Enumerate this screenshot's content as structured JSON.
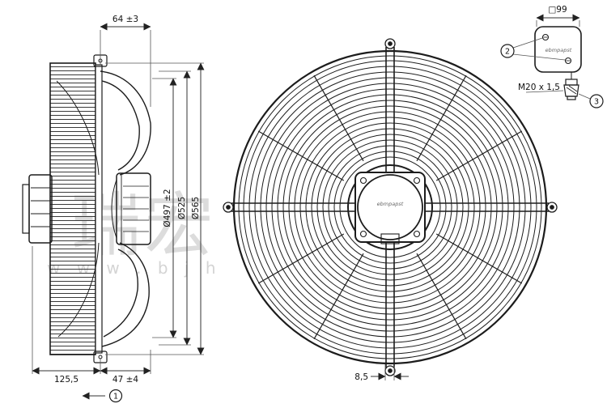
{
  "watermark": {
    "cn": "瑞宏",
    "latin": "w w w . b j h"
  },
  "side_view": {
    "dim_depth_top": "64 ±3",
    "dim_dia_impeller": "Ø497 ±2",
    "dim_dia_mid": "Ø525",
    "dim_dia_outer": "Ø565",
    "dim_len_total": "125,5",
    "dim_len_flange": "47 ±4",
    "callout_direction": "1"
  },
  "front_view": {
    "brand": "ebmpapst",
    "dim_guard": "8,5"
  },
  "detail": {
    "dim_box": "□99",
    "callout_screws": "2",
    "gland_thread": "M20 x 1,5",
    "callout_gland": "3"
  }
}
